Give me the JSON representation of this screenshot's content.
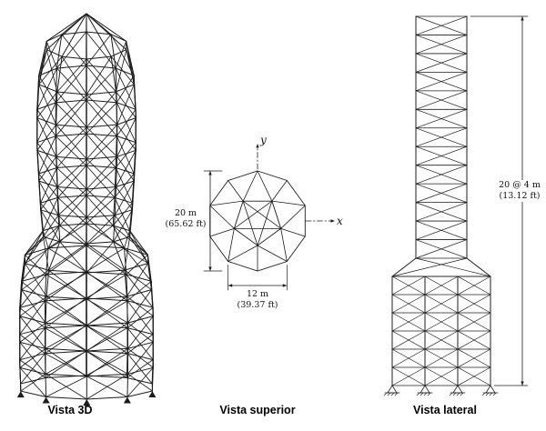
{
  "figure": {
    "background": "#ffffff",
    "line_color": "#1c1c1c"
  },
  "captions": {
    "view_3d": "Vista 3D",
    "top_view": "Vista superior",
    "lateral_view": "Vista lateral"
  },
  "top_view": {
    "y_axis": "y",
    "x_axis": "x",
    "height_dim": [
      "20 m",
      "(65.62 ft)"
    ],
    "width_dim": [
      "12 m",
      "(39.37 ft)"
    ]
  },
  "lateral_view": {
    "height_dim": [
      "20 @ 4 m",
      "(13.12 ft)"
    ]
  }
}
